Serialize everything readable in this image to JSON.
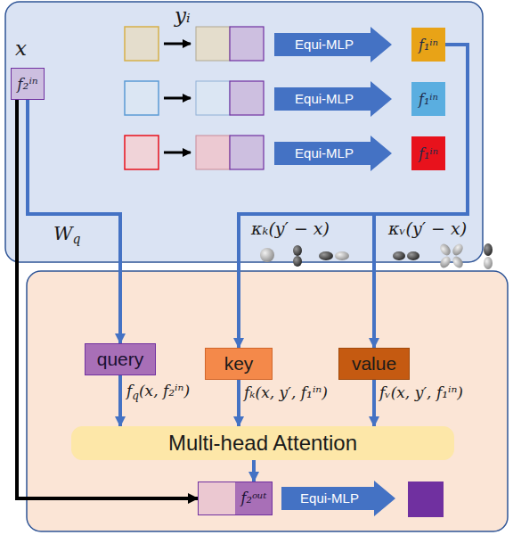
{
  "diagram": {
    "nodes": [
      {
        "text": [
          "x",
          "f₂ⁱⁿ"
        ]
      },
      {
        "text": [
          "Equi-MLP"
        ]
      },
      {
        "text": [
          "f₁ⁱⁿ"
        ]
      },
      {
        "text": [
          "Equi-MLP"
        ]
      },
      {
        "text": [
          "f₁ⁱⁿ"
        ]
      },
      {
        "text": [
          "Equi-MLP"
        ]
      },
      {
        "text": [
          "f₁ⁱⁿ"
        ]
      },
      {
        "text": [
          "query"
        ]
      },
      {
        "text": [
          "key"
        ]
      },
      {
        "text": [
          "value"
        ]
      },
      {
        "text": [
          "Multi-head Attention"
        ]
      },
      {
        "text": [
          "f₂ᵒᵘᵗ"
        ]
      },
      {
        "text": [
          "Equi-MLP"
        ]
      }
    ],
    "edges": [
      {
        "from": 0,
        "to": 7,
        "arrow": "to"
      },
      {
        "from": 2,
        "to": 8,
        "label": "κₖ(y′ − x)",
        "arrow": "to"
      },
      {
        "from": 2,
        "to": 9,
        "label": "κᵥ(y′ − x)",
        "arrow": "to"
      },
      {
        "from": 7,
        "to": 10,
        "arrow": "to"
      },
      {
        "from": 8,
        "to": 10,
        "label": "fₖ(x, y′, f₁ⁱⁿ)",
        "arrow": "to"
      },
      {
        "from": 9,
        "to": 10,
        "label": "fᵥ(x, y′, f₁ⁱⁿ)",
        "arrow": "to"
      },
      {
        "from": 10,
        "to": 11,
        "arrow": "to"
      },
      {
        "from": 0,
        "to": 11,
        "arrow": "to"
      }
    ],
    "labels": [
      "yᵢ",
      "W",
      "q",
      "f",
      "q",
      "(x, f₂ⁱⁿ)"
    ]
  }
}
